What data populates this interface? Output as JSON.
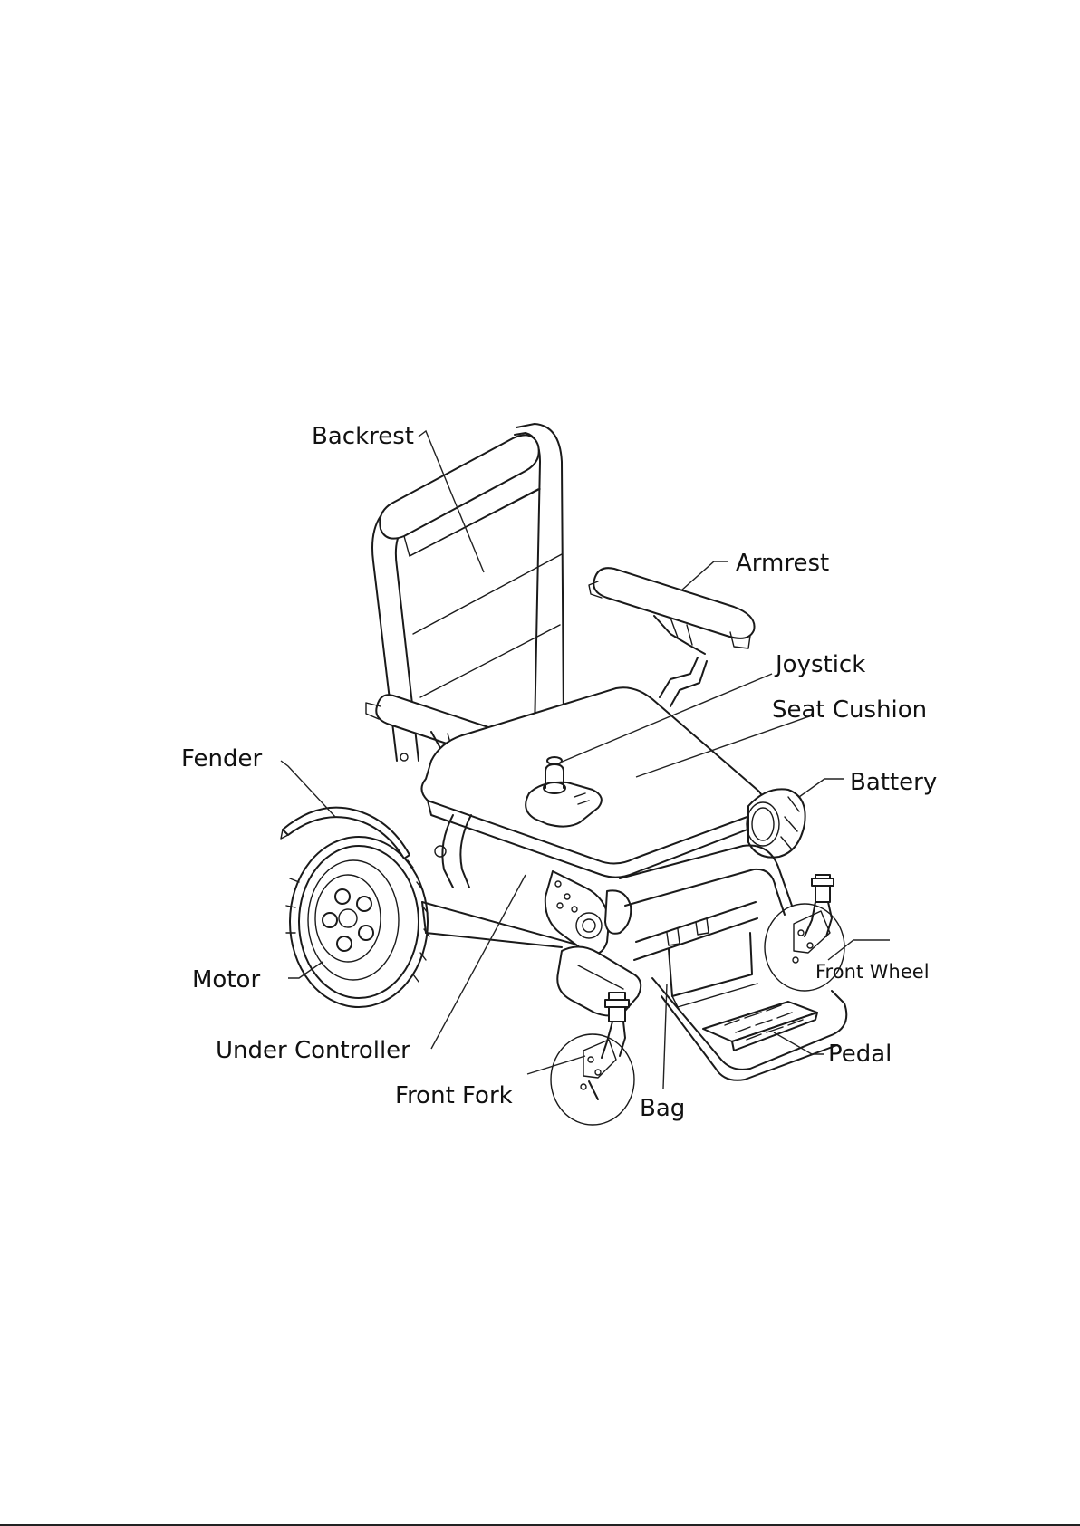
{
  "labels": {
    "backrest": "Backrest",
    "armrest": "Armrest",
    "joystick": "Joystick",
    "seat_cushion": "Seat Cushion",
    "fender": "Fender",
    "battery": "Battery",
    "motor": "Motor",
    "front_wheel": "Front Wheel",
    "under_controller": "Under Controller",
    "pedal": "Pedal",
    "front_fork": "Front Fork",
    "bag": "Bag"
  },
  "colors": {
    "ink": "#1a1a1a",
    "background": "#ffffff",
    "battery_leader": "#c0392b"
  }
}
